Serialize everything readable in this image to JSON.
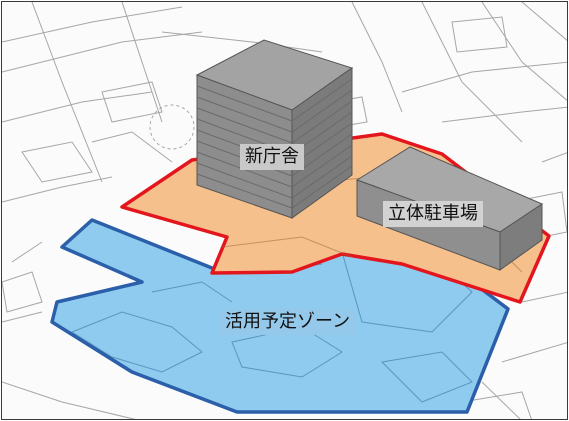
{
  "map": {
    "labels": {
      "new_building": "新庁舎",
      "parking_garage": "立体駐車場",
      "utilization_zone": "活用予定ゾーン"
    }
  },
  "colors": {
    "site_fill": "#f6c08c",
    "site_border": "#e3161e",
    "zone_fill": "#8ecbef",
    "zone_border": "#2b5fa9",
    "building_fill": "#8c8c8c",
    "building_line": "#5a5a5a"
  }
}
